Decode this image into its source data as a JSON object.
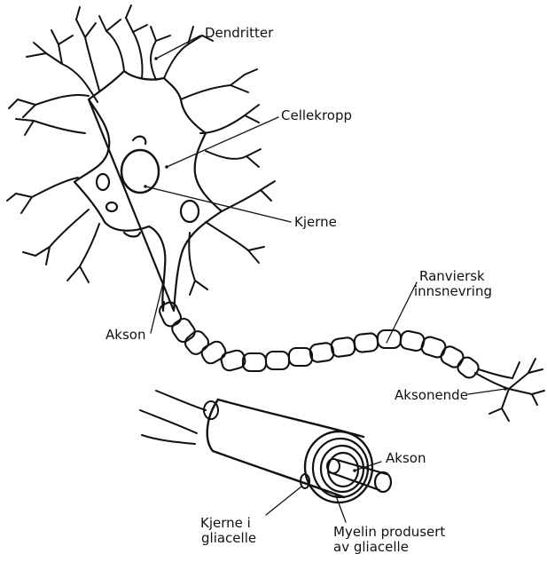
{
  "diagram": {
    "labels": {
      "dendrites": "Dendritter",
      "cell_body": "Cellekropp",
      "nucleus": "Kjerne",
      "axon_upper": "Akson",
      "node_of_ranvier_line1": "Ranviersk",
      "node_of_ranvier_line2": "innsnevring",
      "axon_terminal": "Aksonende",
      "axon_lower": "Akson",
      "glial_nucleus_line1": "Kjerne i",
      "glial_nucleus_line2": "gliacelle",
      "myelin_line1": "Myelin produsert",
      "myelin_line2": "av gliacelle"
    },
    "colors": {
      "stroke": "#111111",
      "fill": "#ffffff"
    }
  }
}
